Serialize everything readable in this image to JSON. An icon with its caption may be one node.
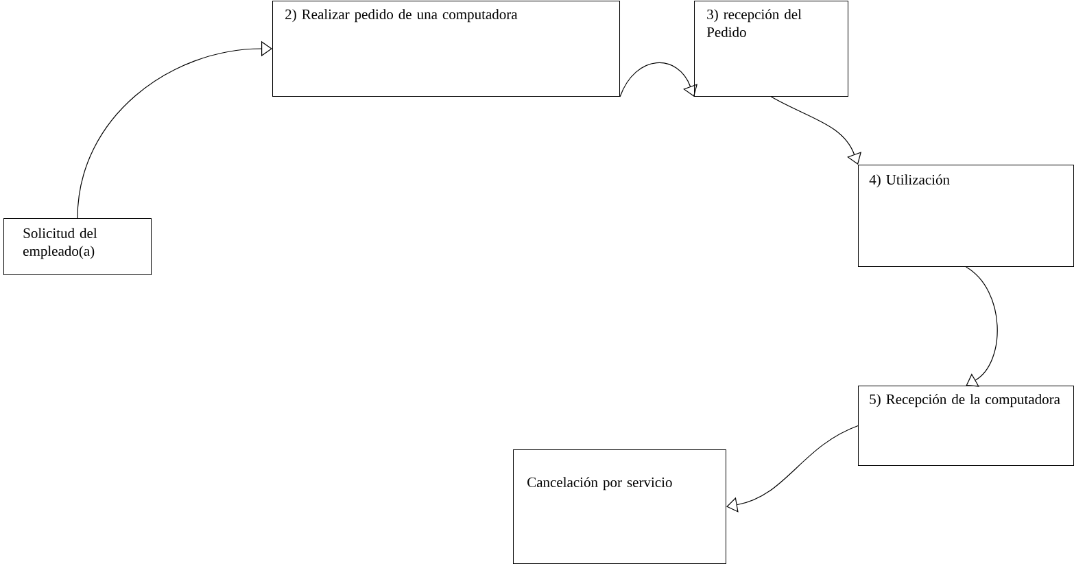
{
  "diagram": {
    "nodes": [
      {
        "text": [
          "Solicitud del empleado(a)"
        ]
      },
      {
        "text": [
          "2) Realizar pedido de una computadora"
        ]
      },
      {
        "text": [
          "3) recepción del Pedido"
        ]
      },
      {
        "text": [
          "4) Utilización"
        ]
      },
      {
        "text": [
          "5) Recepción de la computadora"
        ]
      },
      {
        "text": [
          "Cancelación por servicio"
        ]
      }
    ],
    "edges": [
      {
        "from": 0,
        "to": 1,
        "arrow": "to"
      },
      {
        "from": 1,
        "to": 2,
        "arrow": "to"
      },
      {
        "from": 2,
        "to": 3,
        "arrow": "to"
      },
      {
        "from": 3,
        "to": 4,
        "arrow": "to"
      },
      {
        "from": 4,
        "to": 5,
        "arrow": "to"
      }
    ]
  }
}
